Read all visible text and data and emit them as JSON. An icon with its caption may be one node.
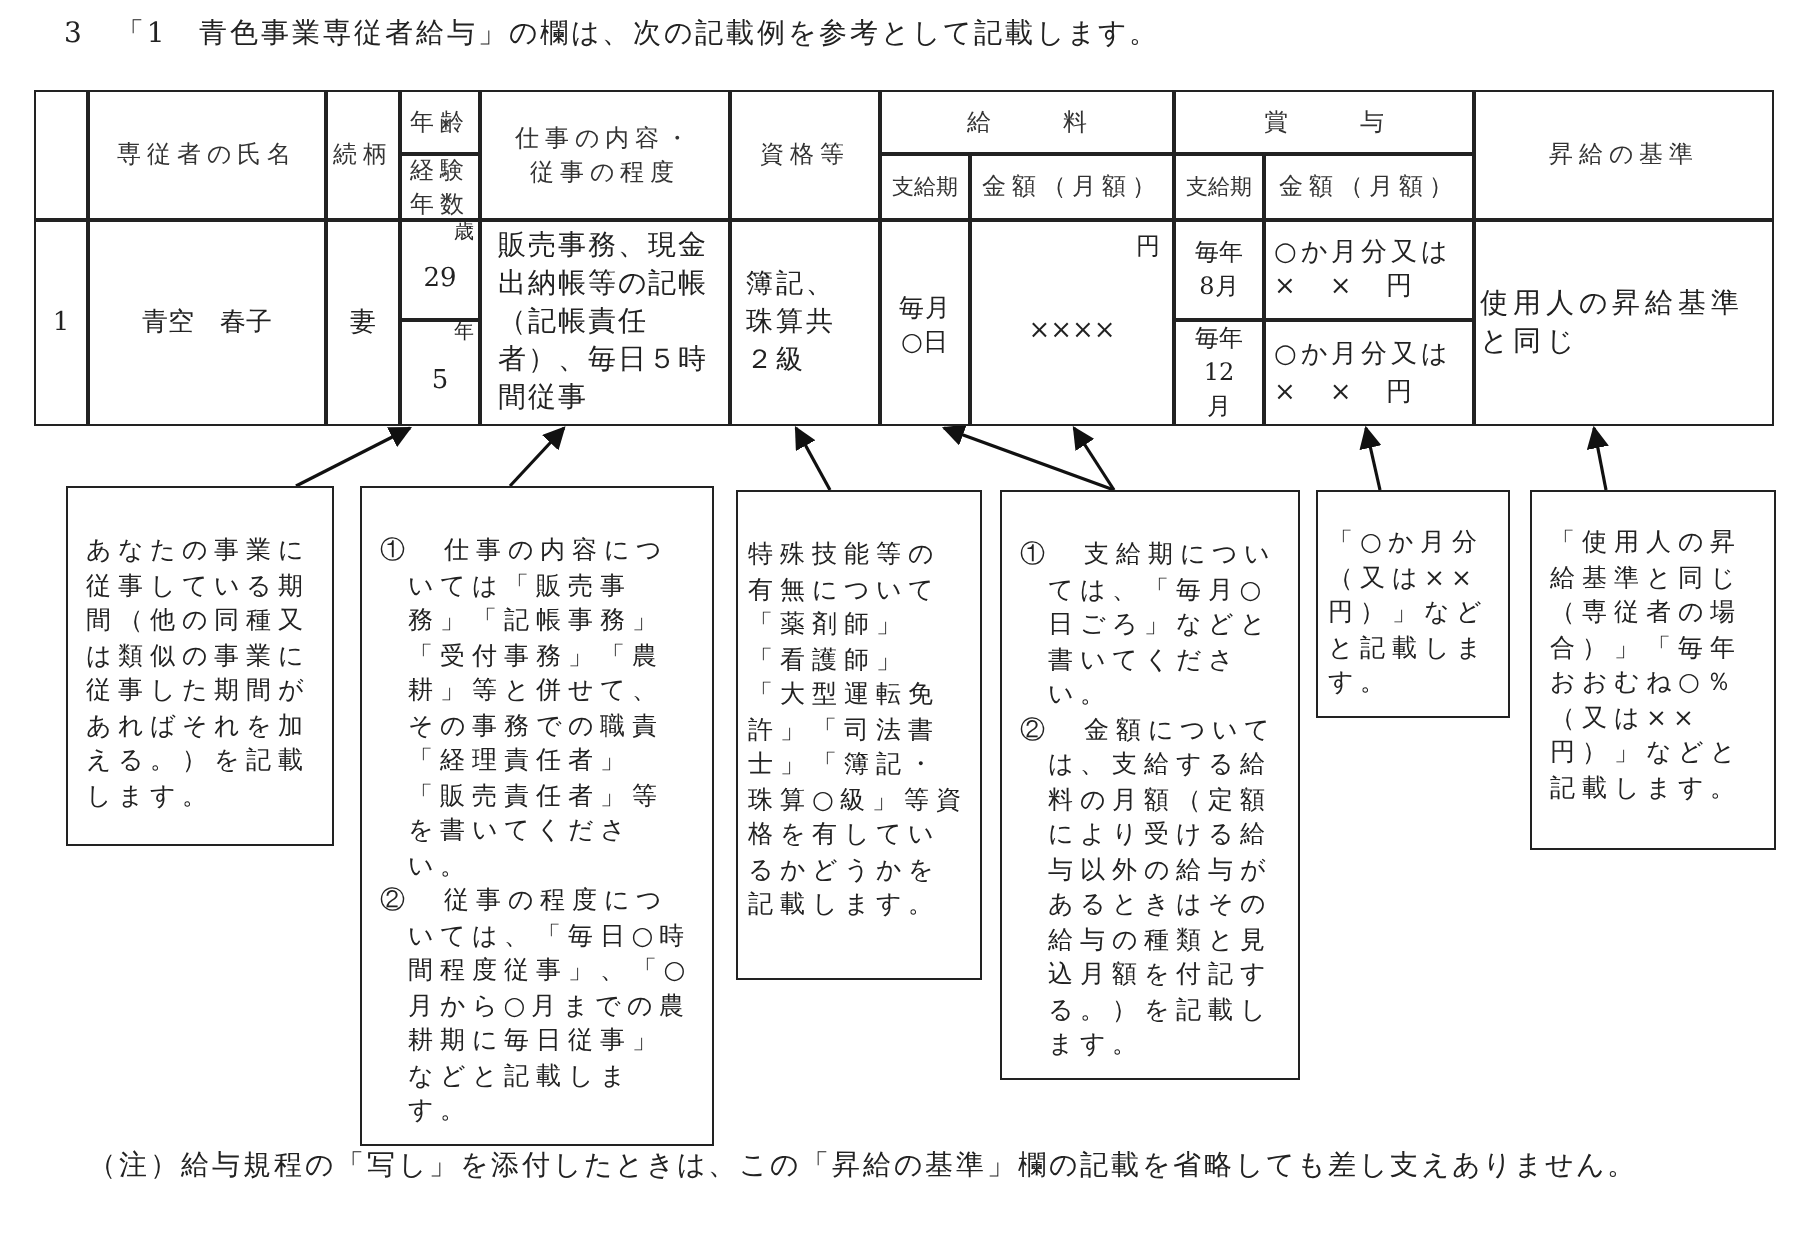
{
  "diagram": {
    "title": "3　「1　青色事業専従者給与」の欄は、次の記載例を参考として記載します。",
    "caption": "（注）給与規程の「写し」を添付したときは、この「昇給の基準」欄の記載を省略しても差し支えありません。",
    "nodes": [
      {
        "text": [
          "年",
          "5"
        ]
      },
      {
        "text": [
          "販売事務、現金出納帳等の記帳（記帳責任者）、毎日５時間従事"
        ]
      },
      {
        "text": [
          "簿記、珠算共２級"
        ]
      },
      {
        "text": [
          "毎月○日"
        ]
      },
      {
        "text": [
          "円",
          "××××"
        ]
      },
      {
        "text": [
          "○か月分又は×　×　円"
        ]
      },
      {
        "text": [
          "使用人の昇給基準と同じ"
        ]
      },
      {
        "text": [
          "あなたの事業に従事している期間（他の同種又は類似の事業に従事した期間があればそれを加える。）を記載します。"
        ]
      },
      {
        "text": [
          "①　仕事の内容については「販売事務」「記帳事務」「受付事務」「農耕」等と併せて、その事務での職責「経理責任者」「販売責任者」等を書いてください。",
          "②　従事の程度については、「毎日○時間程度従事」、「○月から○月までの農耕期に毎日従事」などと記載します。"
        ]
      },
      {
        "text": [
          "特殊技能等の有無について「薬剤師」「看護師」「大型運転免許」「司法書士」「簿記・珠算○級」等資格を有しているかどうかを記載します。"
        ]
      },
      {
        "text": [
          "①　支給期については、「毎月○日ごろ」などと書いてください。",
          "②　金額については、支給する給料の月額（定額により受ける給与以外の給与があるときはその給与の種類と見込月額を付記する。）を記載します。"
        ]
      },
      {
        "text": [
          "「○か月分（又は××円）」などと記載します。"
        ]
      },
      {
        "text": [
          "「使用人の昇給基準と同じ（専従者の場合）」「毎年おおむね○％（又は××円）」などと記載します。"
        ]
      },
      {
        "text": [
          "歳",
          "29"
        ]
      }
    ],
    "edges": [
      {
        "from": 7,
        "to": 0,
        "arrow": "to"
      },
      {
        "from": 8,
        "to": 1,
        "arrow": "to"
      },
      {
        "from": 9,
        "to": 2,
        "arrow": "to"
      },
      {
        "from": 10,
        "to": 3,
        "arrow": "to"
      },
      {
        "from": 10,
        "to": 4,
        "arrow": "to"
      },
      {
        "from": 11,
        "to": 5,
        "arrow": "to"
      },
      {
        "from": 12,
        "to": 6,
        "arrow": "to"
      }
    ],
    "labels": [
      "専従者の氏名",
      "続柄",
      "年齢",
      "経験年数",
      "仕事の内容・従事の程度",
      "資格等",
      "給料",
      "支給期",
      "金額（月額）",
      "賞与",
      "支給期",
      "金額（月額）",
      "昇給の基準",
      "1",
      "青空　春子",
      "妻",
      "毎年8月",
      "○か月分又は×　×　円",
      "毎年12月"
    ]
  }
}
